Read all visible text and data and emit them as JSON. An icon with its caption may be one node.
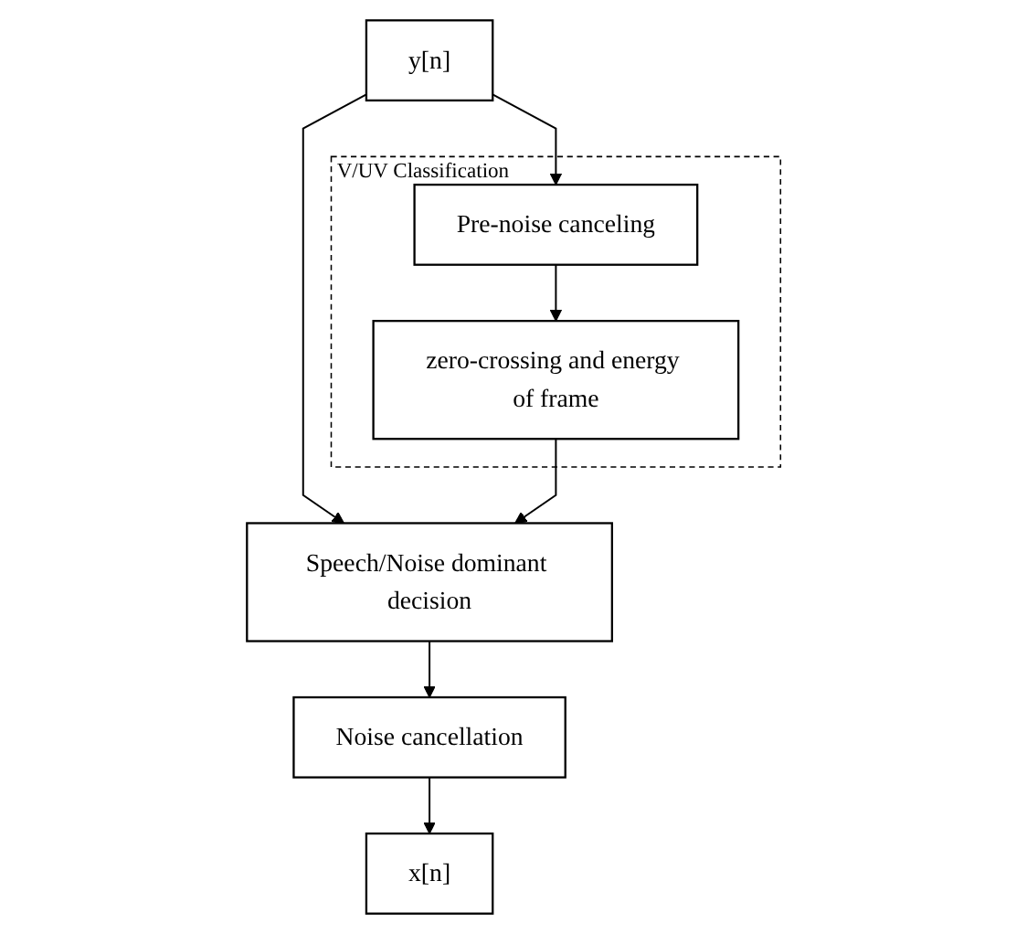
{
  "diagram": {
    "nodes": [
      {
        "text": [
          "y[n]"
        ]
      },
      {
        "text": [
          "V/UV Classification"
        ]
      },
      {
        "text": [
          "Pre-noise canceling"
        ],
        "in": 1
      },
      {
        "text": [
          "zero-crossing and energy of frame"
        ],
        "in": 1
      },
      {
        "text": [
          "Speech/Noise dominant decision"
        ]
      },
      {
        "text": [
          "Noise cancellation"
        ]
      },
      {
        "text": [
          "x[n]"
        ]
      }
    ],
    "edges": [
      {
        "from": 0,
        "to": 2,
        "arrow": "to"
      },
      {
        "from": 0,
        "to": 4,
        "arrow": "to"
      },
      {
        "from": 2,
        "to": 3,
        "arrow": "to"
      },
      {
        "from": 3,
        "to": 4,
        "arrow": "to"
      },
      {
        "from": 4,
        "to": 5,
        "arrow": "to"
      },
      {
        "from": 5,
        "to": 6,
        "arrow": "to"
      }
    ]
  }
}
